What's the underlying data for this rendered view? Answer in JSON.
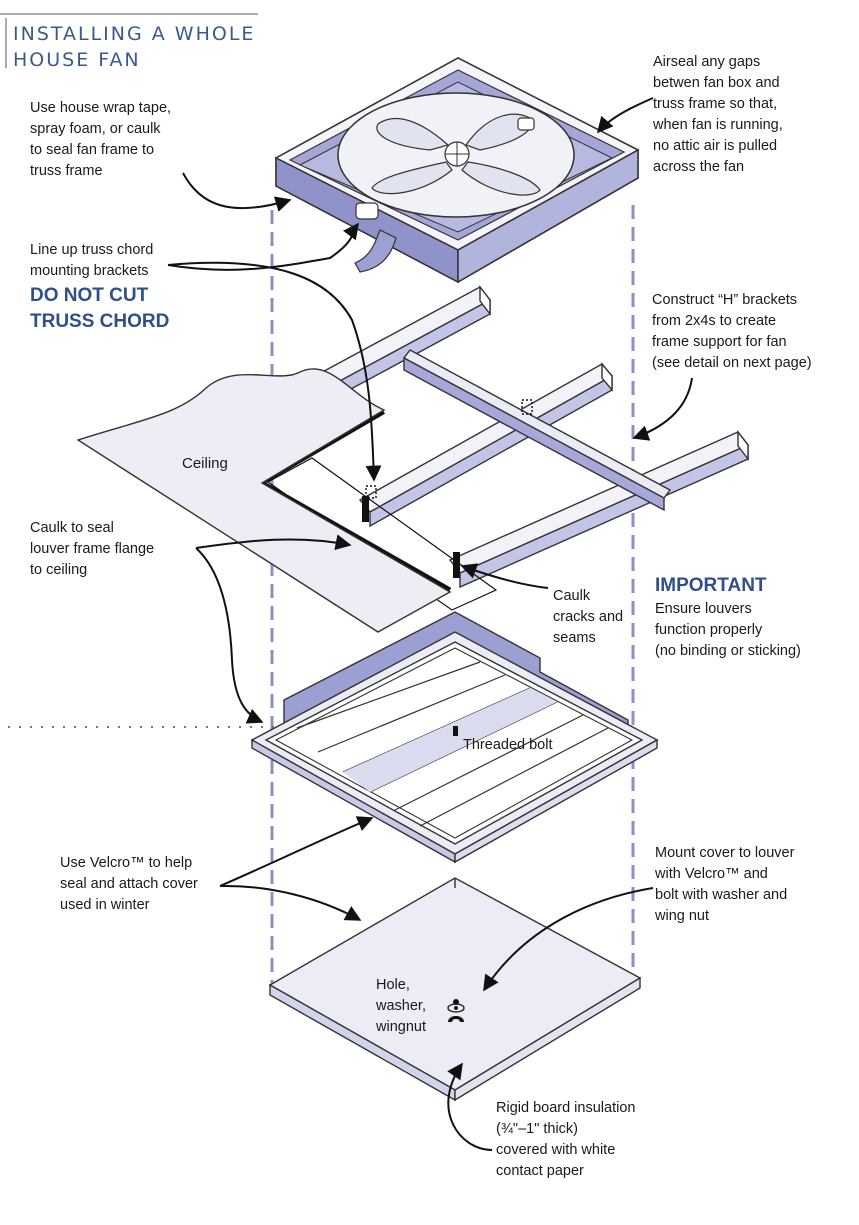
{
  "title": {
    "line1": "INSTALLING A WHOLE",
    "line2": "HOUSE FAN"
  },
  "labels": {
    "house_wrap": "Use house wrap tape,\nspray foam, or caulk\nto seal fan frame to\ntruss frame",
    "airseal": "Airseal any gaps\nbetwen fan box and\ntruss frame so that,\nwhen fan is running,\nno attic air is pulled\nacross the fan",
    "line_up": "Line up truss chord\nmounting brackets",
    "do_not_cut": "DO NOT CUT\nTRUSS CHORD",
    "construct_h": "Construct “H” brackets\nfrom 2x4s to create\nframe support for fan\n(see detail on next page)",
    "ceiling": "Ceiling",
    "caulk_seal": "Caulk to seal\nlouver frame flange\nto ceiling",
    "caulk_cracks": "Caulk\ncracks and\nseams",
    "important": "IMPORTANT",
    "ensure_louvers": "Ensure louvers\nfunction properly\n(no binding or sticking)",
    "threaded_bolt": "Threaded bolt",
    "velcro": "Use Velcro™ to help\nseal and attach cover\nused in winter",
    "mount_cover": "Mount cover to louver\nwith Velcro™ and\nbolt with washer and\nwing nut",
    "hole_washer": "Hole,\nwasher,\nwingnut",
    "rigid_board": "Rigid board insulation\n(¾\"–1\" thick)\ncovered with white\ncontact paper"
  },
  "colors": {
    "accent_blue": "#2f4f8a",
    "title_blue": "#3b5a8c",
    "frame_purple": "#9b9fd1",
    "frame_dark": "#7c80b8",
    "part_fill": "#ededf6",
    "dash_guide": "#8c90c8"
  }
}
